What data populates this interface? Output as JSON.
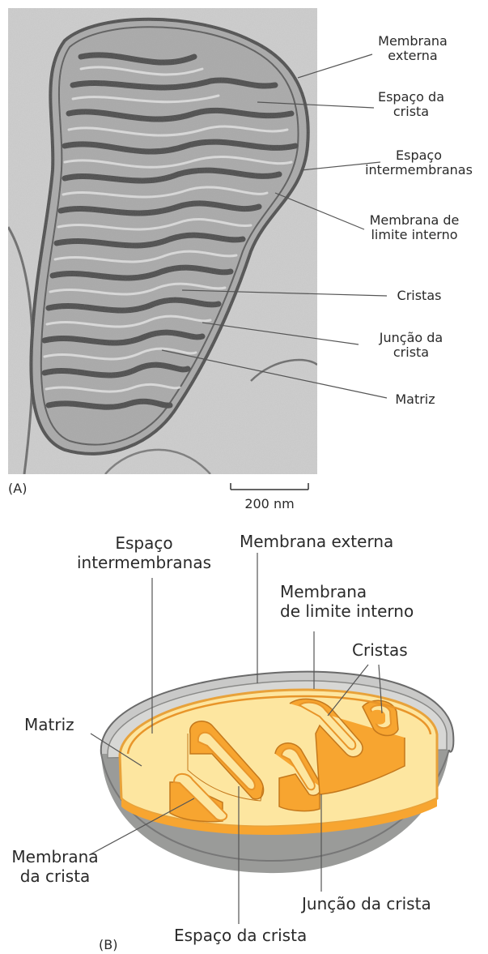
{
  "panel_a": {
    "letter": "(A)",
    "scale_bar": "200 nm",
    "labels": {
      "outer_membrane": [
        "Membrana",
        "externa"
      ],
      "crista_space": [
        "Espaço da",
        "crista"
      ],
      "intermembrane_space": [
        "Espaço",
        "intermembranas"
      ],
      "inner_boundary_membrane": [
        "Membrana de",
        "limite interno"
      ],
      "cristae": [
        "Cristas"
      ],
      "crista_junction": [
        "Junção da",
        "crista"
      ],
      "matrix": [
        "Matriz"
      ]
    }
  },
  "panel_b": {
    "letter": "(B)",
    "labels": {
      "intermembrane_space": [
        "Espaço",
        "intermembranas"
      ],
      "outer_membrane": [
        "Membrana externa"
      ],
      "inner_boundary_membrane": [
        "Membrana",
        "de limite interno"
      ],
      "cristae": [
        "Cristas"
      ],
      "matrix": [
        "Matriz"
      ],
      "crista_membrane": [
        "Membrana",
        "da crista"
      ],
      "crista_junction": [
        "Junção da crista"
      ],
      "crista_space": [
        "Espaço da crista"
      ]
    }
  },
  "colors": {
    "micrograph_bg": "#c9c9c9",
    "micrograph_dark": "#5e5e5e",
    "outer_shell": "#a9aaa8",
    "matrix_fill": "#fde6a0",
    "crista_fill": "#f7a530"
  }
}
